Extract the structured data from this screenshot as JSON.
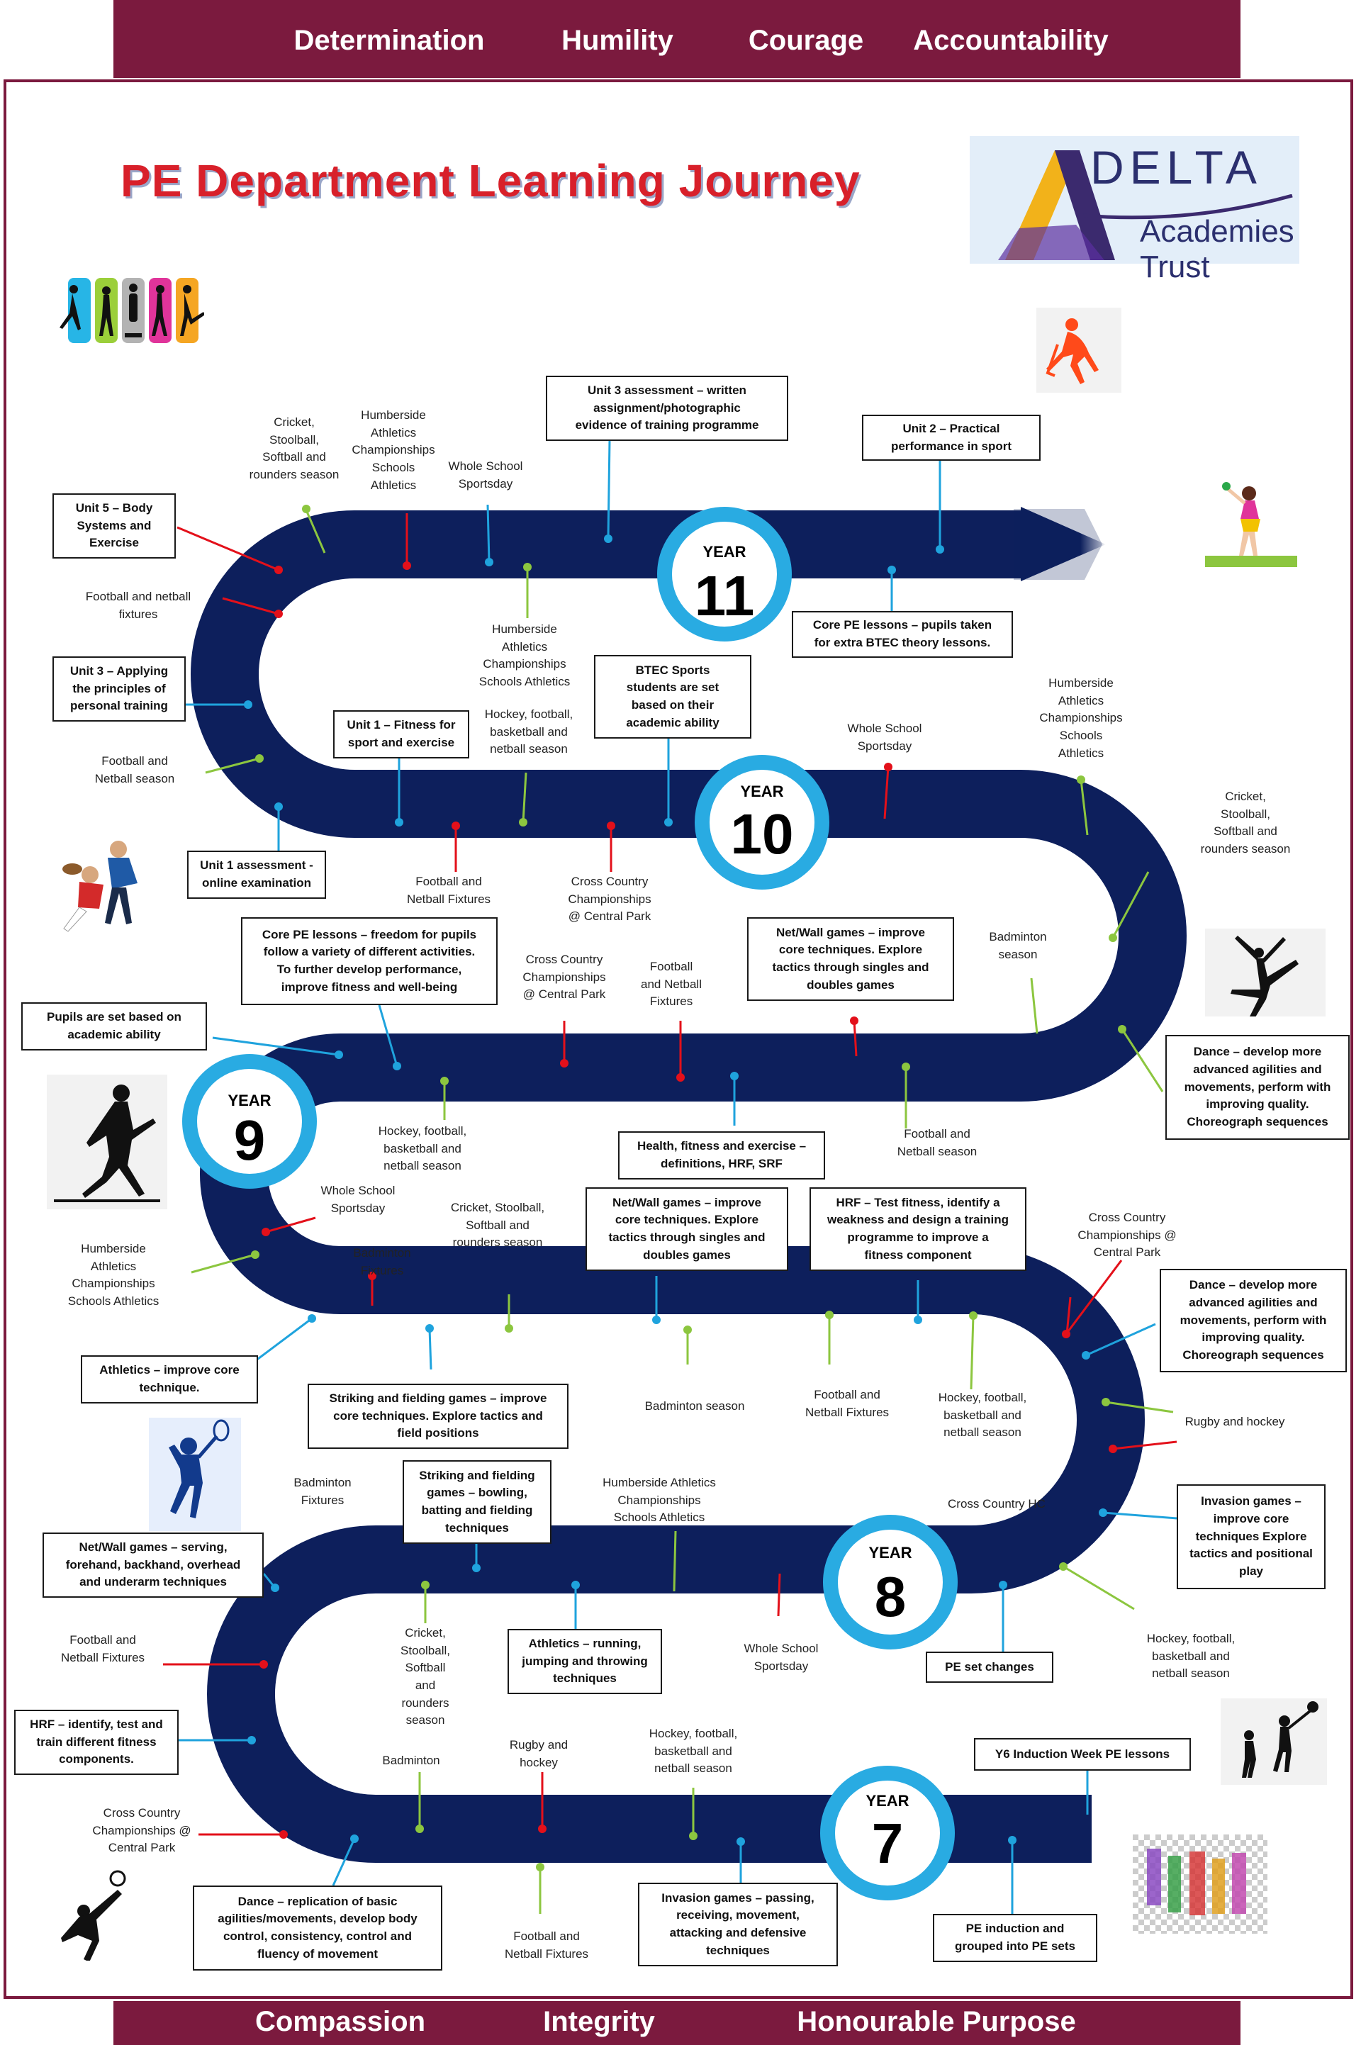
{
  "values_top": [
    "Determination",
    "Humility",
    "Courage",
    "Accountability"
  ],
  "values_bottom": [
    "Compassion",
    "Integrity",
    "Honourable Purpose"
  ],
  "title": "PE Department Learning Journey",
  "logo": {
    "name": "DELTA",
    "subtitle": "Academies Trust"
  },
  "years": [
    {
      "label": "YEAR",
      "number": "11"
    },
    {
      "label": "YEAR",
      "number": "10"
    },
    {
      "label": "YEAR",
      "number": "9"
    },
    {
      "label": "YEAR",
      "number": "8"
    },
    {
      "label": "YEAR",
      "number": "7"
    }
  ],
  "boxes": [
    "Unit 3 assessment – written\nassignment/photographic\nevidence of training programme",
    "Unit 2 – Practical\nperformance in sport",
    "Unit 5 – Body\nSystems and\nExercise",
    "Core PE lessons – pupils taken\nfor extra BTEC theory lessons.",
    "BTEC Sports\nstudents are set\nbased on their\nacademic ability",
    "Unit 3 – Applying\nthe principles of\npersonal training",
    "Unit 1 – Fitness for\nsport and exercise",
    "Unit 1 assessment -\nonline examination",
    "Core PE lessons – freedom for pupils\nfollow a variety of different activities.\nTo further develop performance,\nimprove fitness and  well-being",
    "Net/Wall games – improve\ncore techniques. Explore\ntactics through singles and\ndoubles games",
    "Pupils are set based on\nacademic ability",
    "Dance – develop more\nadvanced agilities and\nmovements, perform with\nimproving quality.\nChoreograph sequences",
    "Health, fitness and exercise –\ndefinitions, HRF,  SRF",
    "Net/Wall games – improve\ncore techniques. Explore\ntactics through singles and\ndoubles games",
    "HRF  – Test fitness, identify a\nweakness and design a training\nprogramme to improve a\nfitness component",
    "Dance – develop more\nadvanced agilities and\nmovements, perform with\nimproving quality.\nChoreograph sequences",
    "Athletics – improve core\ntechnique.",
    "Striking and fielding games – improve\ncore techniques. Explore tactics and\nfield positions",
    "Striking and fielding\ngames – bowling,\nbatting and fielding\ntechniques",
    "Invasion games –\nimprove core\ntechniques Explore\ntactics and positional\nplay",
    "Net/Wall games – serving,\nforehand, backhand, overhead\nand underarm techniques",
    "Athletics – running,\njumping and throwing\ntechniques",
    "PE set changes",
    "HRF – identify, test and\ntrain different fitness\ncomponents.",
    "Y6 Induction Week PE lessons",
    "Dance – replication of basic\nagilities/movements, develop body\ncontrol, consistency, control and\nfluency of movement",
    "Invasion games – passing,\nreceiving, movement,\nattacking and defensive\ntechniques",
    "PE induction and\ngrouped into PE sets"
  ],
  "labels": [
    "Cricket,\nStoolball,\nSoftball and\nrounders season",
    "Humberside\nAthletics\nChampionships\nSchools\nAthletics",
    "Whole School\nSportsday",
    "Football and netball\nfixtures",
    "Humberside\nAthletics\nChampionships\nSchools Athletics",
    "Hockey, football,\nbasketball and\nnetball season",
    "Whole School\nSportsday",
    "Humberside\nAthletics\nChampionships\nSchools\nAthletics",
    "Football and\nNetball season",
    "Cricket,\nStoolball,\nSoftball and\nrounders season",
    "Football and\nNetball Fixtures",
    "Cross Country\nChampionships\n@ Central Park",
    "Badminton\nseason",
    "Cross Country\nChampionships\n@ Central Park",
    "Football\nand Netball\nFixtures",
    "Hockey, football,\nbasketball and\nnetball season",
    "Football and\nNetball season",
    "Whole School\nSportsday",
    "Cricket, Stoolball,\nSoftball and\nrounders season",
    "Cross Country\nChampionships @\nCentral Park",
    "Humberside\nAthletics\nChampionships\nSchools Athletics",
    "Badminton\nFixtures",
    "Badminton season",
    "Football and\nNetball Fixtures",
    "Hockey, football,\nbasketball and\nnetball season",
    "Rugby and hockey",
    "Badminton\nFixtures",
    "Humberside Athletics\nChampionships\nSchools Athletics",
    "Cross Country HC",
    "Football and\nNetball Fixtures",
    "Cricket,\nStoolball,\nSoftball\nand\nrounders\nseason",
    "Whole School\nSportsday",
    "Hockey, football,\nbasketball and\nnetball season",
    "Badminton",
    "Rugby and\nhockey",
    "Hockey, football,\nbasketball and\nnetball season",
    "Cross Country\nChampionships @\nCentral Park",
    "Football and\nNetball Fixtures"
  ],
  "colors": {
    "maroon": "#7b1a3e",
    "path": "#0d1f5c",
    "circle": "#29abe2",
    "red_pin": "#e3101a",
    "blue_pin": "#1fa3dd",
    "green_pin": "#8cc63f"
  }
}
